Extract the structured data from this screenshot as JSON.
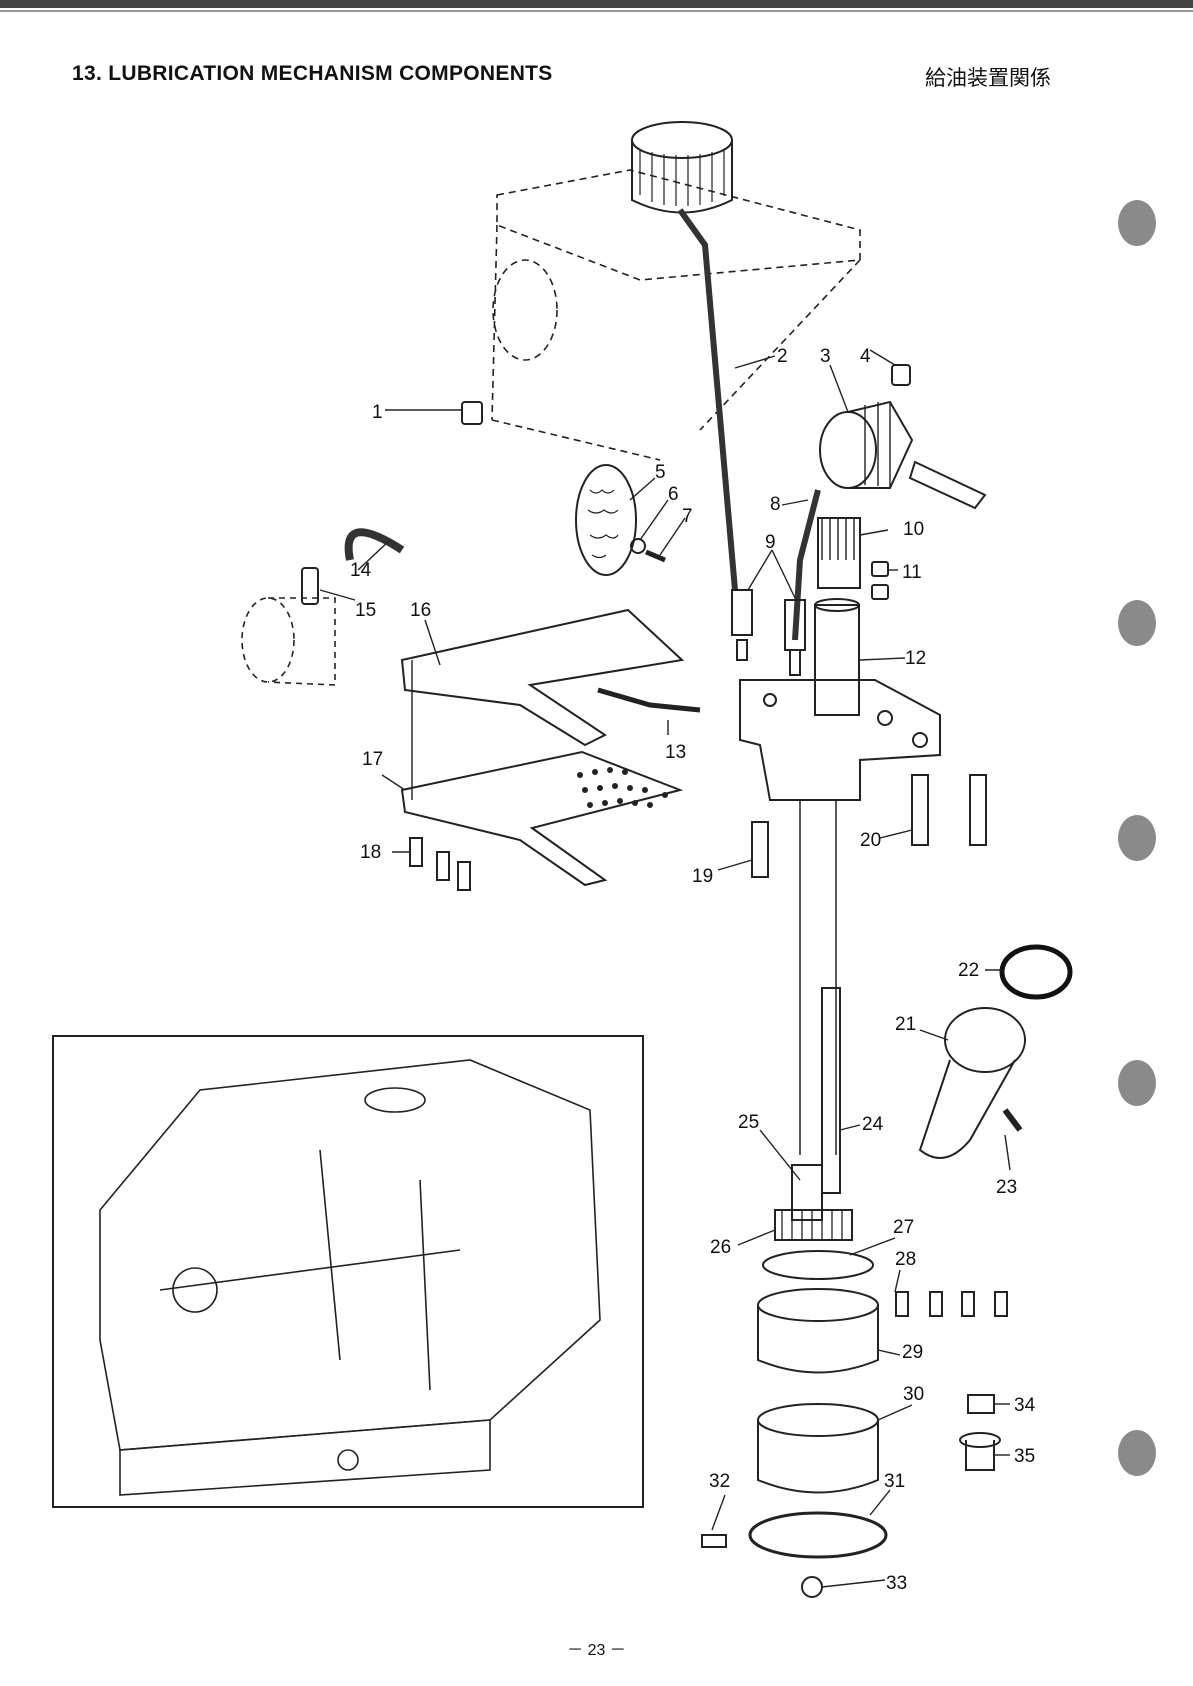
{
  "header": {
    "title": "13. LUBRICATION MECHANISM COMPONENTS",
    "title_jp": "給油装置関係"
  },
  "callouts": [
    "1",
    "2",
    "3",
    "4",
    "5",
    "6",
    "7",
    "8",
    "9",
    "10",
    "11",
    "12",
    "13",
    "14",
    "15",
    "16",
    "17",
    "18",
    "19",
    "20",
    "21",
    "22",
    "23",
    "24",
    "25",
    "26",
    "27",
    "28",
    "29",
    "30",
    "31",
    "32",
    "33",
    "34",
    "35"
  ],
  "footer": {
    "page_number": "－ 23 －"
  },
  "colors": {
    "ink": "#111111",
    "binder_hole": "#8a8a8a"
  }
}
